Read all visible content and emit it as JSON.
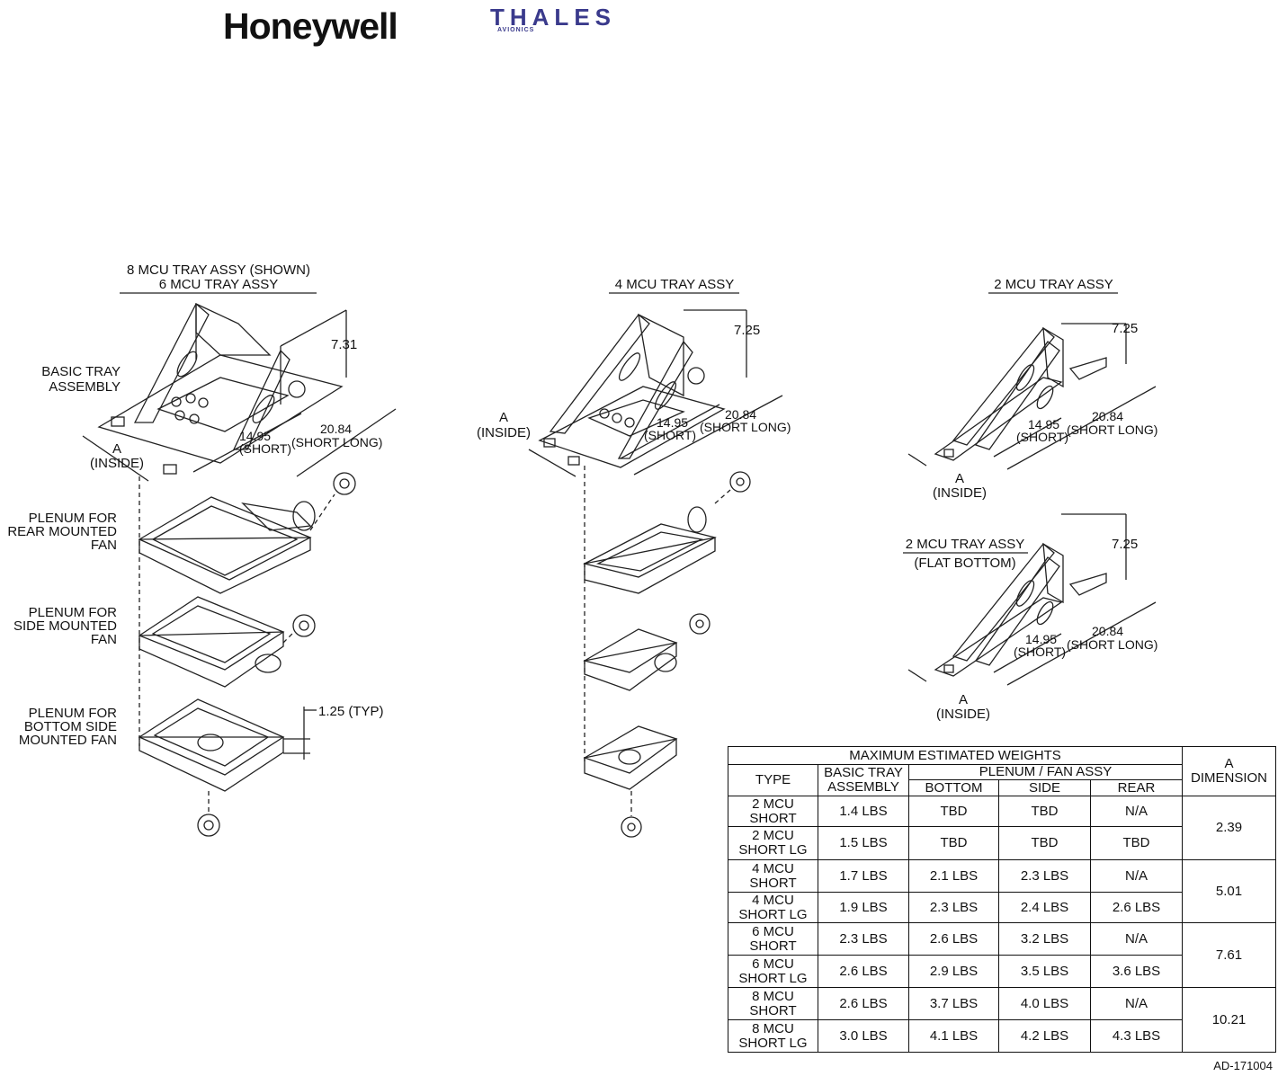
{
  "logos": {
    "honeywell": "Honeywell",
    "thales": "THALES",
    "thales_sub": "AVIONICS"
  },
  "views": {
    "left_title_1": "8 MCU TRAY ASSY (SHOWN)",
    "left_title_2": "6 MCU TRAY ASSY",
    "mid_title": "4 MCU TRAY ASSY",
    "right_title": "2 MCU TRAY ASSY",
    "right2_title_1": "2 MCU TRAY ASSY",
    "right2_title_2": "(FLAT BOTTOM)"
  },
  "labels": {
    "basic_tray_1": "BASIC TRAY",
    "basic_tray_2": "ASSEMBLY",
    "a": "A",
    "inside": "(INSIDE)",
    "plenum_rear_1": "PLENUM FOR",
    "plenum_rear_2": "REAR MOUNTED",
    "plenum_rear_3": "FAN",
    "plenum_side_1": "PLENUM FOR",
    "plenum_side_2": "SIDE MOUNTED",
    "plenum_side_3": "FAN",
    "plenum_bottom_1": "PLENUM FOR",
    "plenum_bottom_2": "BOTTOM SIDE",
    "plenum_bottom_3": "MOUNTED FAN",
    "typ_height": "1.25 (TYP)"
  },
  "dims": {
    "left_height": "7.31",
    "mid_height": "7.25",
    "right_height": "7.25",
    "right2_height": "7.25",
    "short_len": "14.95",
    "short_word": "(SHORT)",
    "long_len": "20.84",
    "long_word": "(SHORT LONG)"
  },
  "table": {
    "title": "MAXIMUM ESTIMATED WEIGHTS",
    "a_header_1": "A",
    "a_header_2": "DIMENSION",
    "col_type": "TYPE",
    "col_basic_1": "BASIC TRAY",
    "col_basic_2": "ASSEMBLY",
    "col_plenum": "PLENUM / FAN ASSY",
    "col_bottom": "BOTTOM",
    "col_side": "SIDE",
    "col_rear": "REAR",
    "rows": [
      {
        "t1": "2 MCU",
        "t2": "SHORT",
        "basic": "1.4 LBS",
        "bottom": "TBD",
        "side": "TBD",
        "rear": "N/A"
      },
      {
        "t1": "2 MCU",
        "t2": "SHORT LG",
        "basic": "1.5 LBS",
        "bottom": "TBD",
        "side": "TBD",
        "rear": "TBD"
      },
      {
        "t1": "4 MCU",
        "t2": "SHORT",
        "basic": "1.7 LBS",
        "bottom": "2.1 LBS",
        "side": "2.3 LBS",
        "rear": "N/A"
      },
      {
        "t1": "4 MCU",
        "t2": "SHORT LG",
        "basic": "1.9 LBS",
        "bottom": "2.3 LBS",
        "side": "2.4 LBS",
        "rear": "2.6 LBS"
      },
      {
        "t1": "6 MCU",
        "t2": "SHORT",
        "basic": "2.3 LBS",
        "bottom": "2.6 LBS",
        "side": "3.2 LBS",
        "rear": "N/A"
      },
      {
        "t1": "6 MCU",
        "t2": "SHORT LG",
        "basic": "2.6 LBS",
        "bottom": "2.9 LBS",
        "side": "3.5 LBS",
        "rear": "3.6 LBS"
      },
      {
        "t1": "8 MCU",
        "t2": "SHORT",
        "basic": "2.6 LBS",
        "bottom": "3.7 LBS",
        "side": "4.0 LBS",
        "rear": "N/A"
      },
      {
        "t1": "8 MCU",
        "t2": "SHORT LG",
        "basic": "3.0 LBS",
        "bottom": "4.1 LBS",
        "side": "4.2 LBS",
        "rear": "4.3 LBS"
      }
    ],
    "a_values": [
      "2.39",
      "5.01",
      "7.61",
      "10.21"
    ]
  },
  "drawing_code": "AD-171004"
}
